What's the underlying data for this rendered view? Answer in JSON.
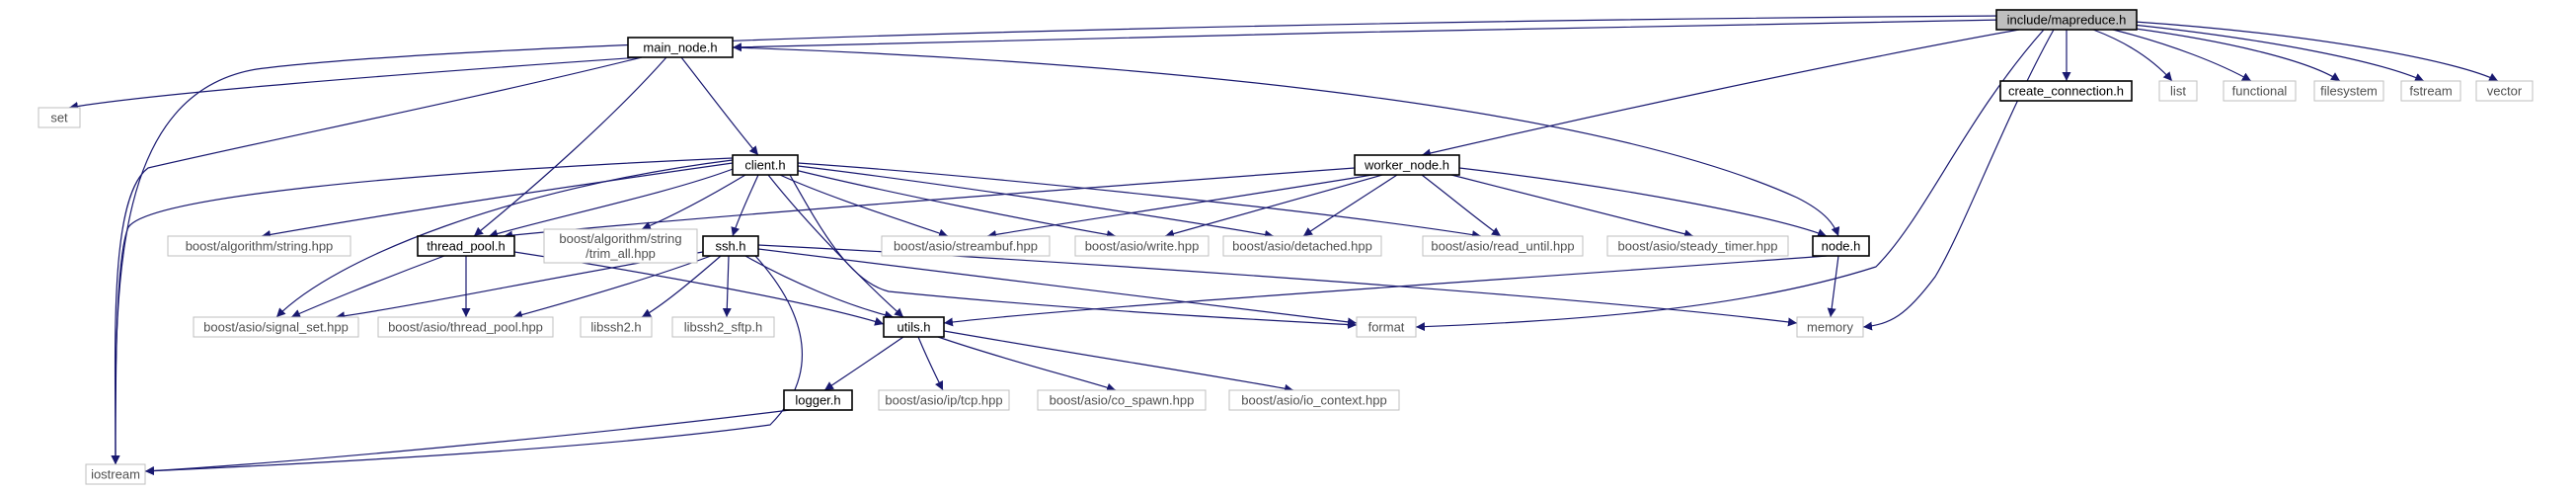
{
  "graph": {
    "nodes": [
      {
        "id": "mapreduce",
        "lines": [
          "include/mapreduce.h"
        ],
        "kind": "root"
      },
      {
        "id": "main_node",
        "lines": [
          "main_node.h"
        ],
        "kind": "local"
      },
      {
        "id": "worker_node",
        "lines": [
          "worker_node.h"
        ],
        "kind": "local"
      },
      {
        "id": "create_connection",
        "lines": [
          "create_connection.h"
        ],
        "kind": "local"
      },
      {
        "id": "list",
        "lines": [
          "list"
        ],
        "kind": "external"
      },
      {
        "id": "functional",
        "lines": [
          "functional"
        ],
        "kind": "external"
      },
      {
        "id": "filesystem",
        "lines": [
          "filesystem"
        ],
        "kind": "external"
      },
      {
        "id": "fstream",
        "lines": [
          "fstream"
        ],
        "kind": "external"
      },
      {
        "id": "vector",
        "lines": [
          "vector"
        ],
        "kind": "external"
      },
      {
        "id": "set",
        "lines": [
          "set"
        ],
        "kind": "external"
      },
      {
        "id": "client",
        "lines": [
          "client.h"
        ],
        "kind": "local"
      },
      {
        "id": "boost_alg_string",
        "lines": [
          "boost/algorithm/string.hpp"
        ],
        "kind": "external"
      },
      {
        "id": "thread_pool",
        "lines": [
          "thread_pool.h"
        ],
        "kind": "local"
      },
      {
        "id": "trim_all",
        "lines": [
          "boost/algorithm/string",
          "/trim_all.hpp"
        ],
        "kind": "external"
      },
      {
        "id": "ssh",
        "lines": [
          "ssh.h"
        ],
        "kind": "local"
      },
      {
        "id": "streambuf",
        "lines": [
          "boost/asio/streambuf.hpp"
        ],
        "kind": "external"
      },
      {
        "id": "write",
        "lines": [
          "boost/asio/write.hpp"
        ],
        "kind": "external"
      },
      {
        "id": "detached",
        "lines": [
          "boost/asio/detached.hpp"
        ],
        "kind": "external"
      },
      {
        "id": "read_until",
        "lines": [
          "boost/asio/read_until.hpp"
        ],
        "kind": "external"
      },
      {
        "id": "steady_timer",
        "lines": [
          "boost/asio/steady_timer.hpp"
        ],
        "kind": "external"
      },
      {
        "id": "node",
        "lines": [
          "node.h"
        ],
        "kind": "local"
      },
      {
        "id": "signal_set",
        "lines": [
          "boost/asio/signal_set.hpp"
        ],
        "kind": "external"
      },
      {
        "id": "thread_pool_hpp",
        "lines": [
          "boost/asio/thread_pool.hpp"
        ],
        "kind": "external"
      },
      {
        "id": "libssh2",
        "lines": [
          "libssh2.h"
        ],
        "kind": "external"
      },
      {
        "id": "libssh2_sftp",
        "lines": [
          "libssh2_sftp.h"
        ],
        "kind": "external"
      },
      {
        "id": "utils",
        "lines": [
          "utils.h"
        ],
        "kind": "local"
      },
      {
        "id": "format",
        "lines": [
          "format"
        ],
        "kind": "external"
      },
      {
        "id": "memory",
        "lines": [
          "memory"
        ],
        "kind": "external"
      },
      {
        "id": "logger",
        "lines": [
          "logger.h"
        ],
        "kind": "local"
      },
      {
        "id": "tcp",
        "lines": [
          "boost/asio/ip/tcp.hpp"
        ],
        "kind": "external"
      },
      {
        "id": "co_spawn",
        "lines": [
          "boost/asio/co_spawn.hpp"
        ],
        "kind": "external"
      },
      {
        "id": "io_context",
        "lines": [
          "boost/asio/io_context.hpp"
        ],
        "kind": "external"
      },
      {
        "id": "iostream",
        "lines": [
          "iostream"
        ],
        "kind": "external"
      }
    ],
    "edges": [
      [
        "mapreduce",
        "main_node"
      ],
      [
        "mapreduce",
        "worker_node"
      ],
      [
        "mapreduce",
        "create_connection"
      ],
      [
        "mapreduce",
        "list"
      ],
      [
        "mapreduce",
        "functional"
      ],
      [
        "mapreduce",
        "filesystem"
      ],
      [
        "mapreduce",
        "fstream"
      ],
      [
        "mapreduce",
        "vector"
      ],
      [
        "mapreduce",
        "iostream"
      ],
      [
        "mapreduce",
        "format"
      ],
      [
        "mapreduce",
        "memory"
      ],
      [
        "main_node",
        "set"
      ],
      [
        "main_node",
        "client"
      ],
      [
        "main_node",
        "thread_pool"
      ],
      [
        "main_node",
        "node"
      ],
      [
        "main_node",
        "iostream"
      ],
      [
        "client",
        "boost_alg_string"
      ],
      [
        "client",
        "thread_pool"
      ],
      [
        "client",
        "trim_all"
      ],
      [
        "client",
        "ssh"
      ],
      [
        "client",
        "streambuf"
      ],
      [
        "client",
        "write"
      ],
      [
        "client",
        "detached"
      ],
      [
        "client",
        "read_until"
      ],
      [
        "client",
        "signal_set"
      ],
      [
        "client",
        "utils"
      ],
      [
        "client",
        "format"
      ],
      [
        "client",
        "iostream"
      ],
      [
        "worker_node",
        "thread_pool"
      ],
      [
        "worker_node",
        "streambuf"
      ],
      [
        "worker_node",
        "write"
      ],
      [
        "worker_node",
        "detached"
      ],
      [
        "worker_node",
        "read_until"
      ],
      [
        "worker_node",
        "steady_timer"
      ],
      [
        "worker_node",
        "node"
      ],
      [
        "thread_pool",
        "signal_set"
      ],
      [
        "thread_pool",
        "thread_pool_hpp"
      ],
      [
        "thread_pool",
        "utils"
      ],
      [
        "ssh",
        "signal_set"
      ],
      [
        "ssh",
        "thread_pool_hpp"
      ],
      [
        "ssh",
        "libssh2"
      ],
      [
        "ssh",
        "libssh2_sftp"
      ],
      [
        "ssh",
        "utils"
      ],
      [
        "ssh",
        "format"
      ],
      [
        "ssh",
        "memory"
      ],
      [
        "ssh",
        "iostream"
      ],
      [
        "node",
        "utils"
      ],
      [
        "node",
        "memory"
      ],
      [
        "utils",
        "logger"
      ],
      [
        "utils",
        "tcp"
      ],
      [
        "utils",
        "co_spawn"
      ],
      [
        "utils",
        "io_context"
      ],
      [
        "logger",
        "iostream"
      ]
    ]
  }
}
